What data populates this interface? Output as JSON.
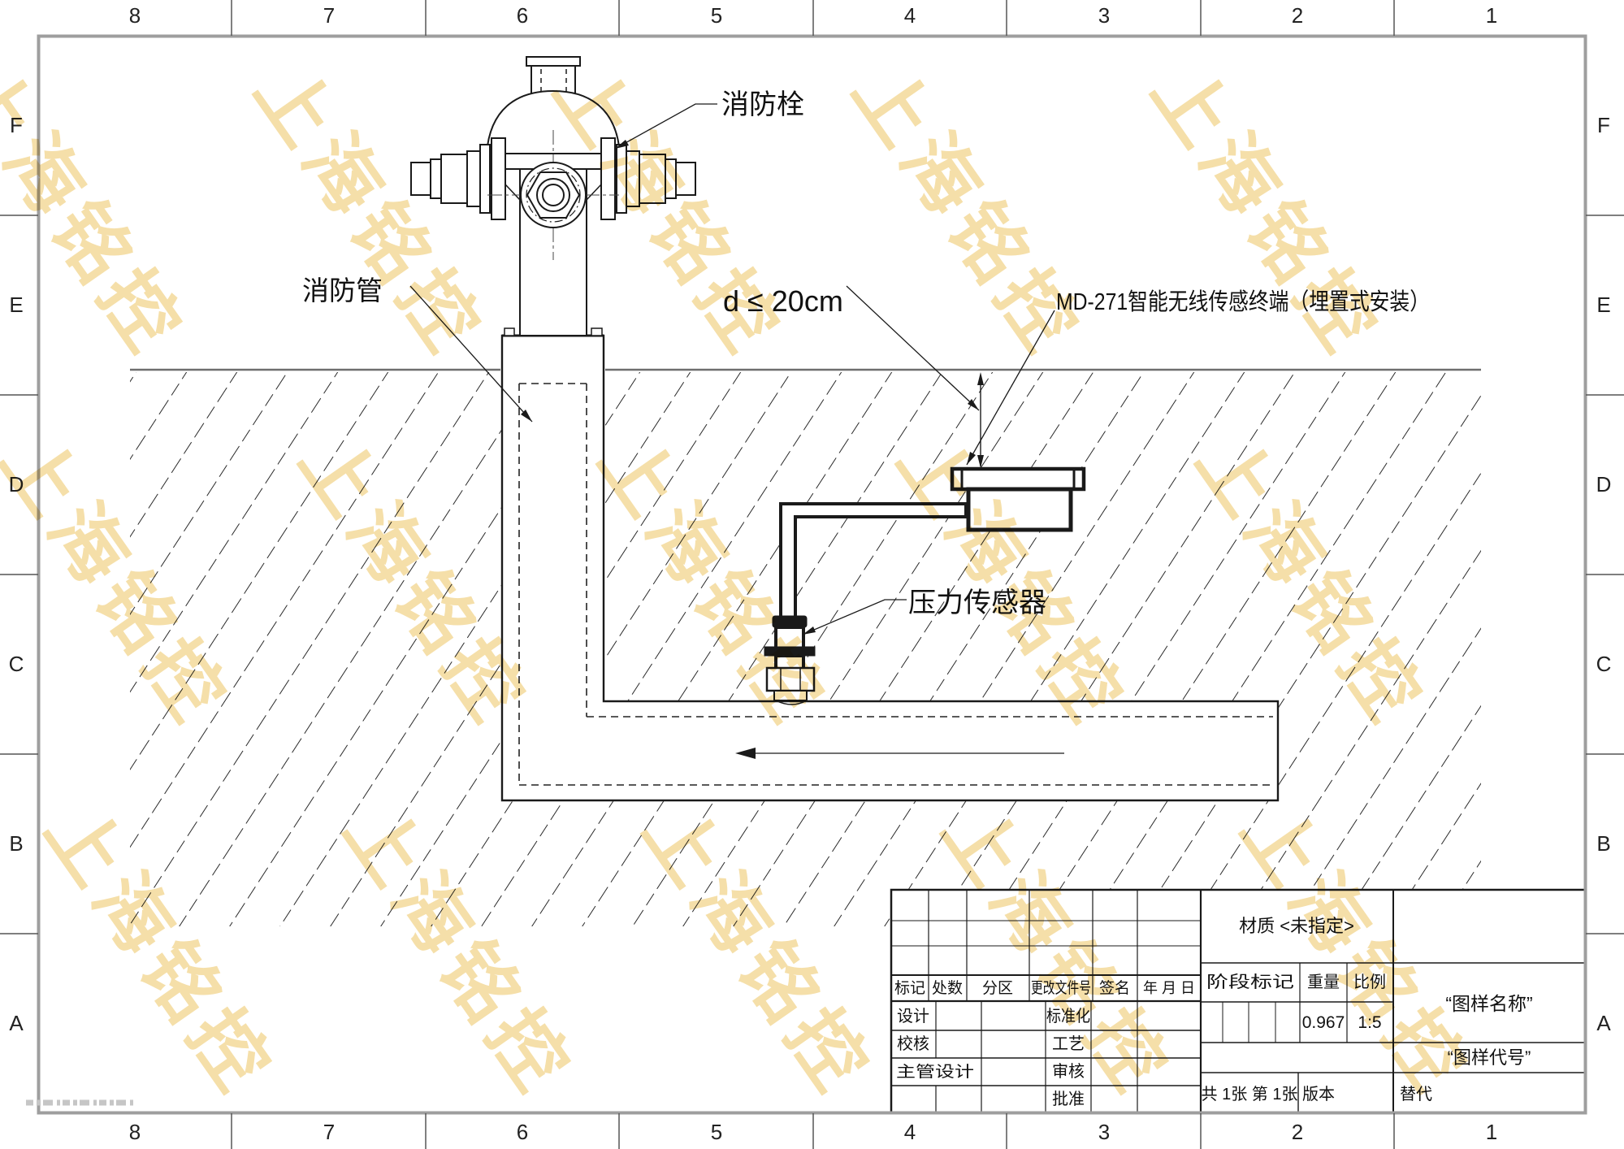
{
  "watermark": {
    "text": "上海铭控",
    "color": "#f5dfa9"
  },
  "zones": {
    "columns": [
      "8",
      "7",
      "6",
      "5",
      "4",
      "3",
      "2",
      "1"
    ],
    "rows": [
      "F",
      "E",
      "D",
      "C",
      "B",
      "A"
    ]
  },
  "annotations": {
    "hydrant_label": "消防栓",
    "pipe_label": "消防管",
    "depth_label": "d ≤ 20cm",
    "terminal_label": "MD-271智能无线传感终端（埋置式安装）",
    "sensor_label": "压力传感器"
  },
  "title_block": {
    "revision_headers": [
      "标记",
      "处数",
      "分区",
      "更改文件号",
      "签名",
      "年 月 日"
    ],
    "sign_labels_left": [
      "设计",
      "校核",
      "主管设计"
    ],
    "sign_labels_right": [
      "标准化",
      "工艺",
      "审核",
      "批准"
    ],
    "material": "材质 <未指定>",
    "stage_mark_label": "阶段标记",
    "weight_label": "重量",
    "weight_value": "0.967",
    "scale_label": "比例",
    "scale_value": "1:5",
    "drawing_name": "“图样名称”",
    "drawing_code": "“图样代号”",
    "sheet_count": "共 1张 第 1张",
    "version_label": "版本",
    "replace_label": "替代"
  }
}
